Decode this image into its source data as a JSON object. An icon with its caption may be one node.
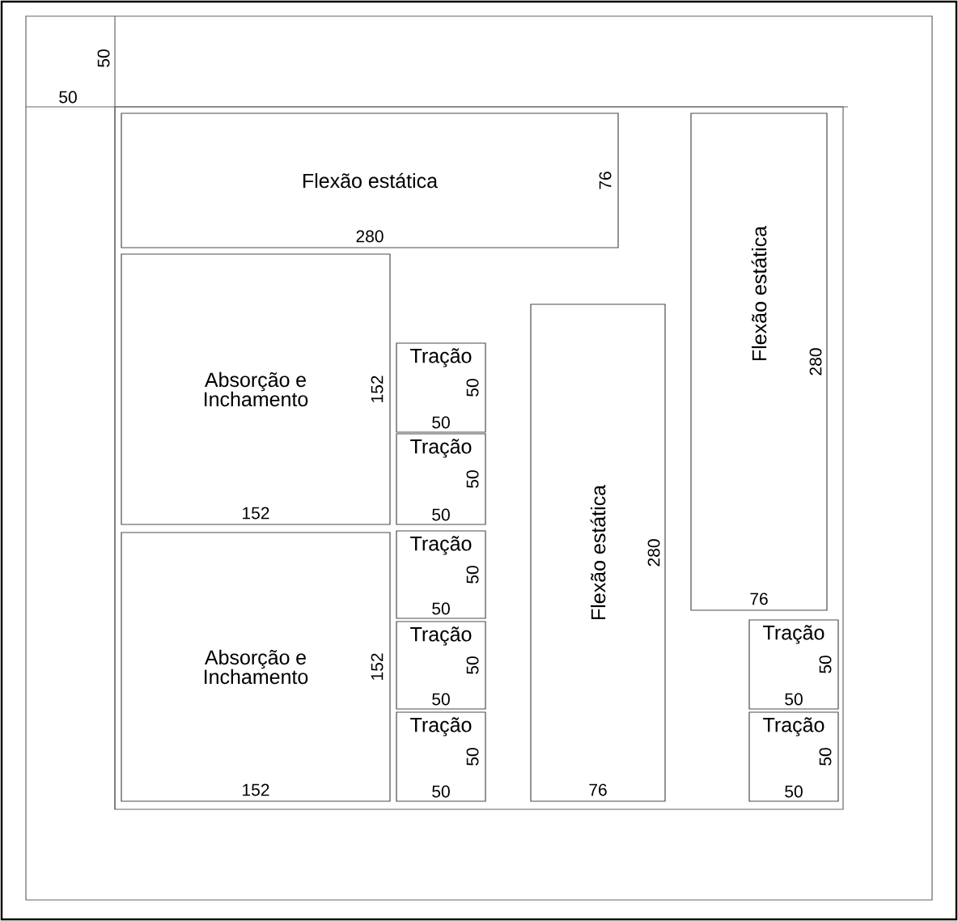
{
  "diagram": {
    "nodes": [
      {
        "text": [
          "Flexão estática",
          "76",
          "280"
        ]
      },
      {
        "text": [
          "Flexão estática",
          "280",
          "76"
        ]
      },
      {
        "text": [
          "Absorção e Inchamento",
          "152",
          "152"
        ]
      },
      {
        "text": [
          "Tração",
          "50",
          "50"
        ]
      },
      {
        "text": [
          "Tração",
          "50",
          "50"
        ]
      },
      {
        "text": [
          "Flexão estática",
          "280",
          "76"
        ]
      },
      {
        "text": [
          "Tração",
          "50",
          "50"
        ]
      },
      {
        "text": [
          "Absorção e Inchamento",
          "152",
          "152"
        ]
      },
      {
        "text": [
          "Tração",
          "50",
          "50"
        ]
      },
      {
        "text": [
          "Tração",
          "50",
          "50"
        ]
      },
      {
        "text": [
          "Tração",
          "50",
          "50"
        ]
      },
      {
        "text": [
          "Tração",
          "50",
          "50"
        ]
      }
    ],
    "labels": [
      "50",
      "50"
    ]
  }
}
